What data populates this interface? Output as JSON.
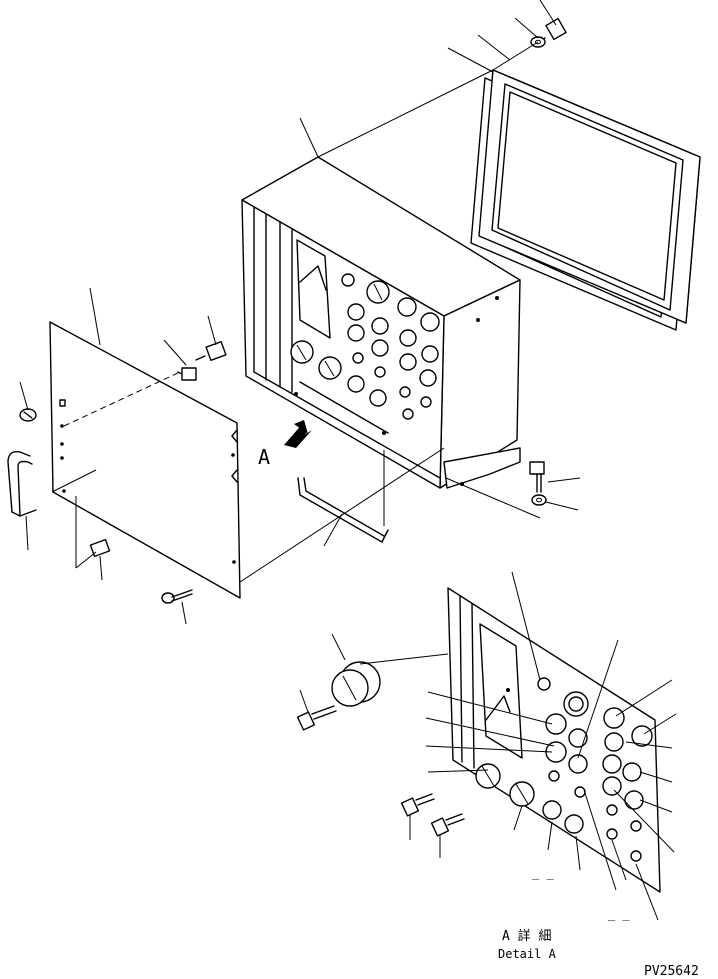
{
  "view_label": "A",
  "detail_label_jp": "A 詳 細",
  "detail_label_en": "Detail A",
  "drawing_code": "PV25642",
  "blank_marks": [
    "_ _",
    "_ _"
  ]
}
